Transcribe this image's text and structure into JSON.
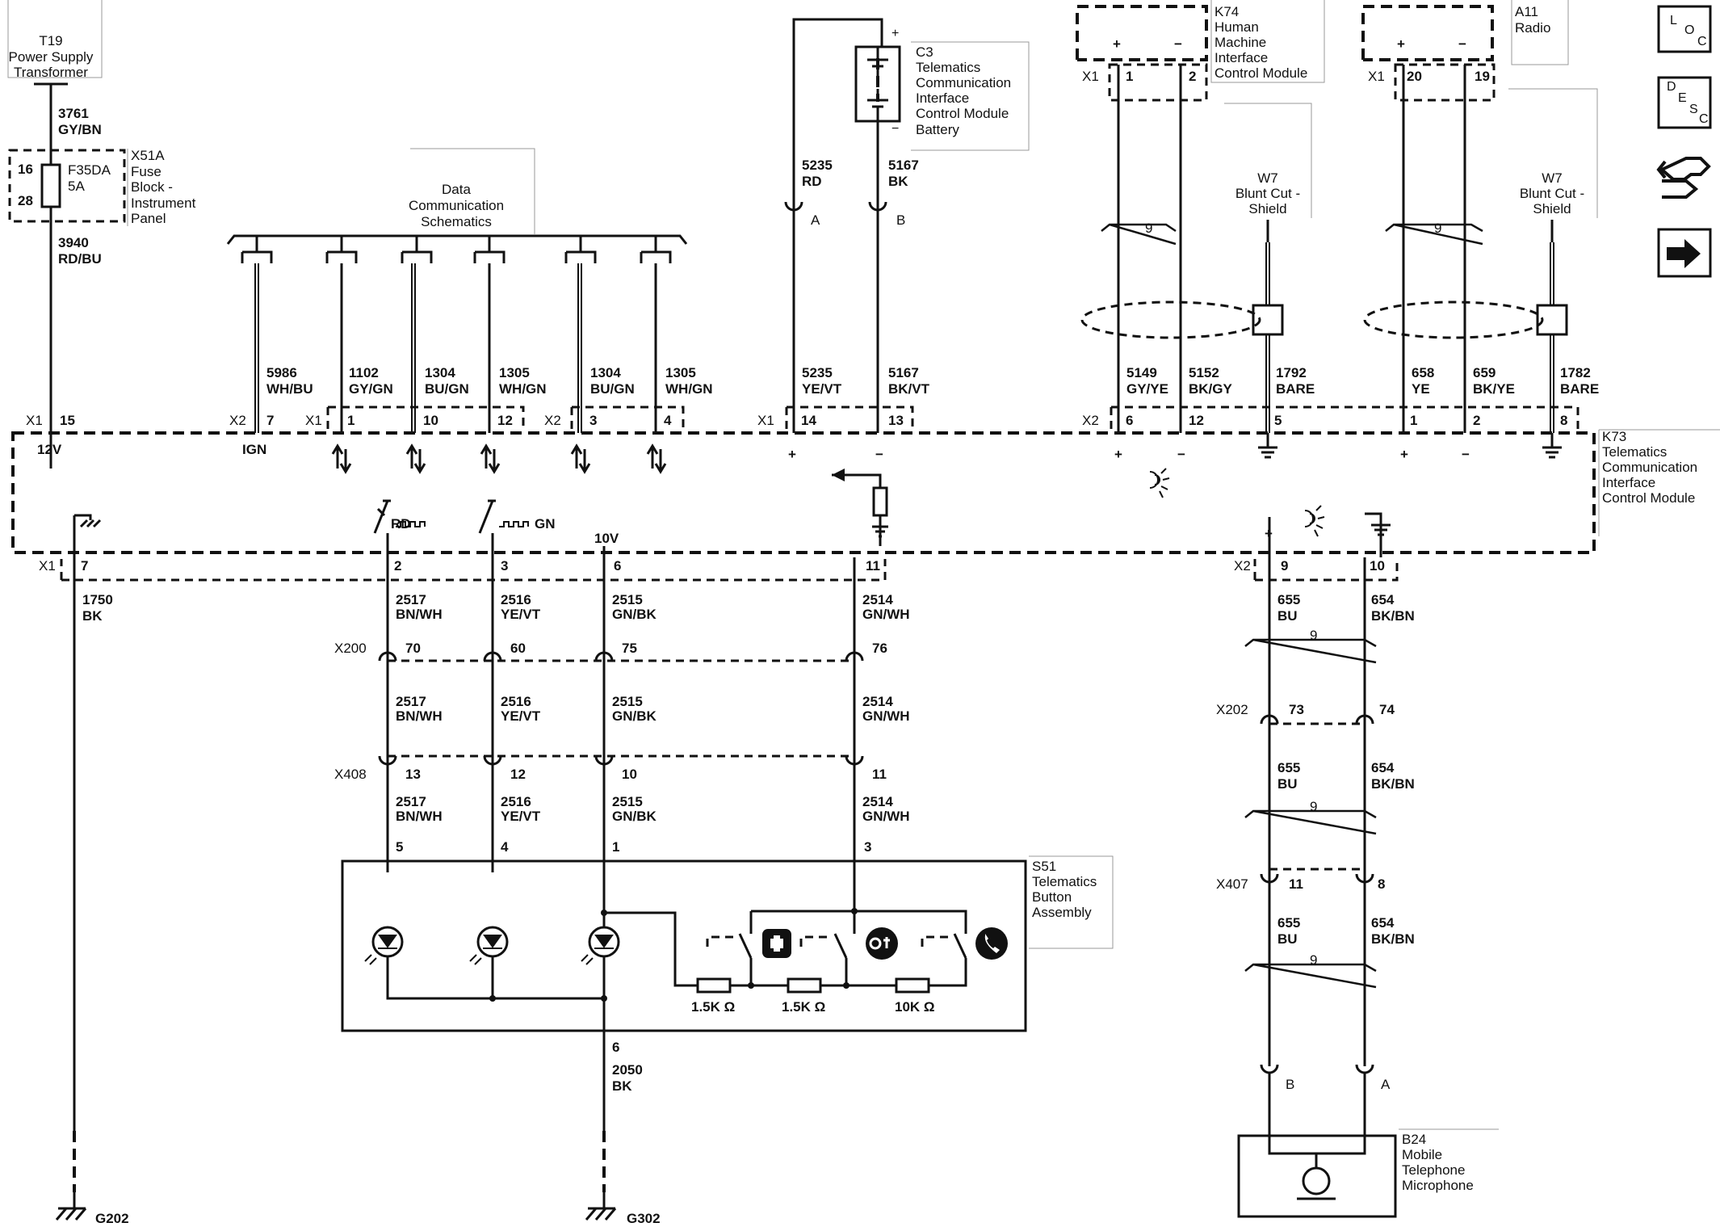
{
  "nav": {
    "loc_top": "L",
    "loc_bottom": "O",
    "loc_right": "C",
    "desc_1": "D",
    "desc_2": "E",
    "desc_3": "S",
    "desc_4": "C"
  },
  "components": {
    "t19": [
      "T19",
      "Power Supply",
      "Transformer"
    ],
    "x51a": [
      "X51A",
      "Fuse",
      "Block -",
      "Instrument",
      "Panel"
    ],
    "fuse_pin_top": "16",
    "fuse_pin_bottom": "28",
    "fuse_name": "F35DA",
    "fuse_rating": "5A",
    "c3": [
      "C3",
      "Telematics",
      "Communication",
      "Interface",
      "Control Module",
      "Battery"
    ],
    "k74": [
      "K74",
      "Human",
      "Machine",
      "Interface",
      "Control Module"
    ],
    "a11": [
      "A11",
      "Radio"
    ],
    "w7": [
      "W7",
      "Blunt Cut -",
      "Shield"
    ],
    "data_comm": [
      "Data",
      "Communication",
      "Schematics"
    ],
    "k73": [
      "K73",
      "Telematics",
      "Communication",
      "Interface",
      "Control Module"
    ],
    "s51": [
      "S51",
      "Telematics",
      "Button",
      "Assembly"
    ],
    "b24": [
      "B24",
      "Mobile",
      "Telephone",
      "Microphone"
    ],
    "g202": "G202",
    "g302": "G302"
  },
  "wires": {
    "w3761": [
      "3761",
      "GY/BN"
    ],
    "w3940": [
      "3940",
      "RD/BU"
    ],
    "w5235_top": [
      "5235",
      "RD"
    ],
    "w5167_top": [
      "5167",
      "BK"
    ],
    "w5986": [
      "5986",
      "WH/BU"
    ],
    "w1102": [
      "1102",
      "GY/GN"
    ],
    "w1304a": [
      "1304",
      "BU/GN"
    ],
    "w1305a": [
      "1305",
      "WH/GN"
    ],
    "w1304b": [
      "1304",
      "BU/GN"
    ],
    "w1305b": [
      "1305",
      "WH/GN"
    ],
    "w5235": [
      "5235",
      "YE/VT"
    ],
    "w5167": [
      "5167",
      "BK/VT"
    ],
    "w5149": [
      "5149",
      "GY/YE"
    ],
    "w5152": [
      "5152",
      "BK/GY"
    ],
    "w1792": [
      "1792",
      "BARE"
    ],
    "w658": [
      "658",
      "YE"
    ],
    "w659": [
      "659",
      "BK/YE"
    ],
    "w1782": [
      "1782",
      "BARE"
    ],
    "w1750": [
      "1750",
      "BK"
    ],
    "w2517": [
      "2517",
      "BN/WH"
    ],
    "w2516": [
      "2516",
      "YE/VT"
    ],
    "w2515": [
      "2515",
      "GN/BK"
    ],
    "w2514": [
      "2514",
      "GN/WH"
    ],
    "w655": [
      "655",
      "BU"
    ],
    "w654": [
      "654",
      "BK/BN"
    ],
    "w2050": [
      "2050",
      "BK"
    ]
  },
  "connectors": {
    "x1": "X1",
    "x2": "X2",
    "x200": "X200",
    "x202": "X202",
    "x408": "X408",
    "x407": "X407",
    "c3_a": "A",
    "c3_b": "B",
    "b24_b": "B",
    "b24_a": "A"
  },
  "pins": {
    "t19_15": "15",
    "k73_x2_7": "7",
    "k73_x1_1": "1",
    "k73_x1_10": "10",
    "k73_x1_12": "12",
    "k73_x2_3": "3",
    "k73_x2_4": "4",
    "k73_x1_14": "14",
    "k73_x1_13": "13",
    "k74_1": "1",
    "k74_2": "2",
    "a11_20": "20",
    "a11_19": "19",
    "k73_x2_6": "6",
    "k73_x2_12": "12",
    "k73_x2_5": "5",
    "k73_x2_1": "1",
    "k73_x2_2": "2",
    "k73_x2_8": "8",
    "k73_x1_7": "7",
    "k73_x1_2": "2",
    "k73_x1_3": "3",
    "k73_x1_6": "6",
    "k73_x1_11": "11",
    "k73_x2_9": "9",
    "k73_x2_10": "10",
    "x200_70": "70",
    "x200_60": "60",
    "x200_75": "75",
    "x200_76": "76",
    "x408_13": "13",
    "x408_12": "12",
    "x408_10": "10",
    "x408_11": "11",
    "s51_5": "5",
    "s51_4": "4",
    "s51_1": "1",
    "s51_3": "3",
    "s51_6": "6",
    "x202_73": "73",
    "x202_74": "74",
    "x407_11": "11",
    "x407_8": "8"
  },
  "labels": {
    "v12": "12V",
    "ign": "IGN",
    "v10": "10V",
    "rd": "RD",
    "gn": "GN",
    "plus": "+",
    "minus": "−",
    "twist": "9",
    "r1": "1.5K Ω",
    "r2": "1.5K Ω",
    "r3": "10K Ω"
  }
}
